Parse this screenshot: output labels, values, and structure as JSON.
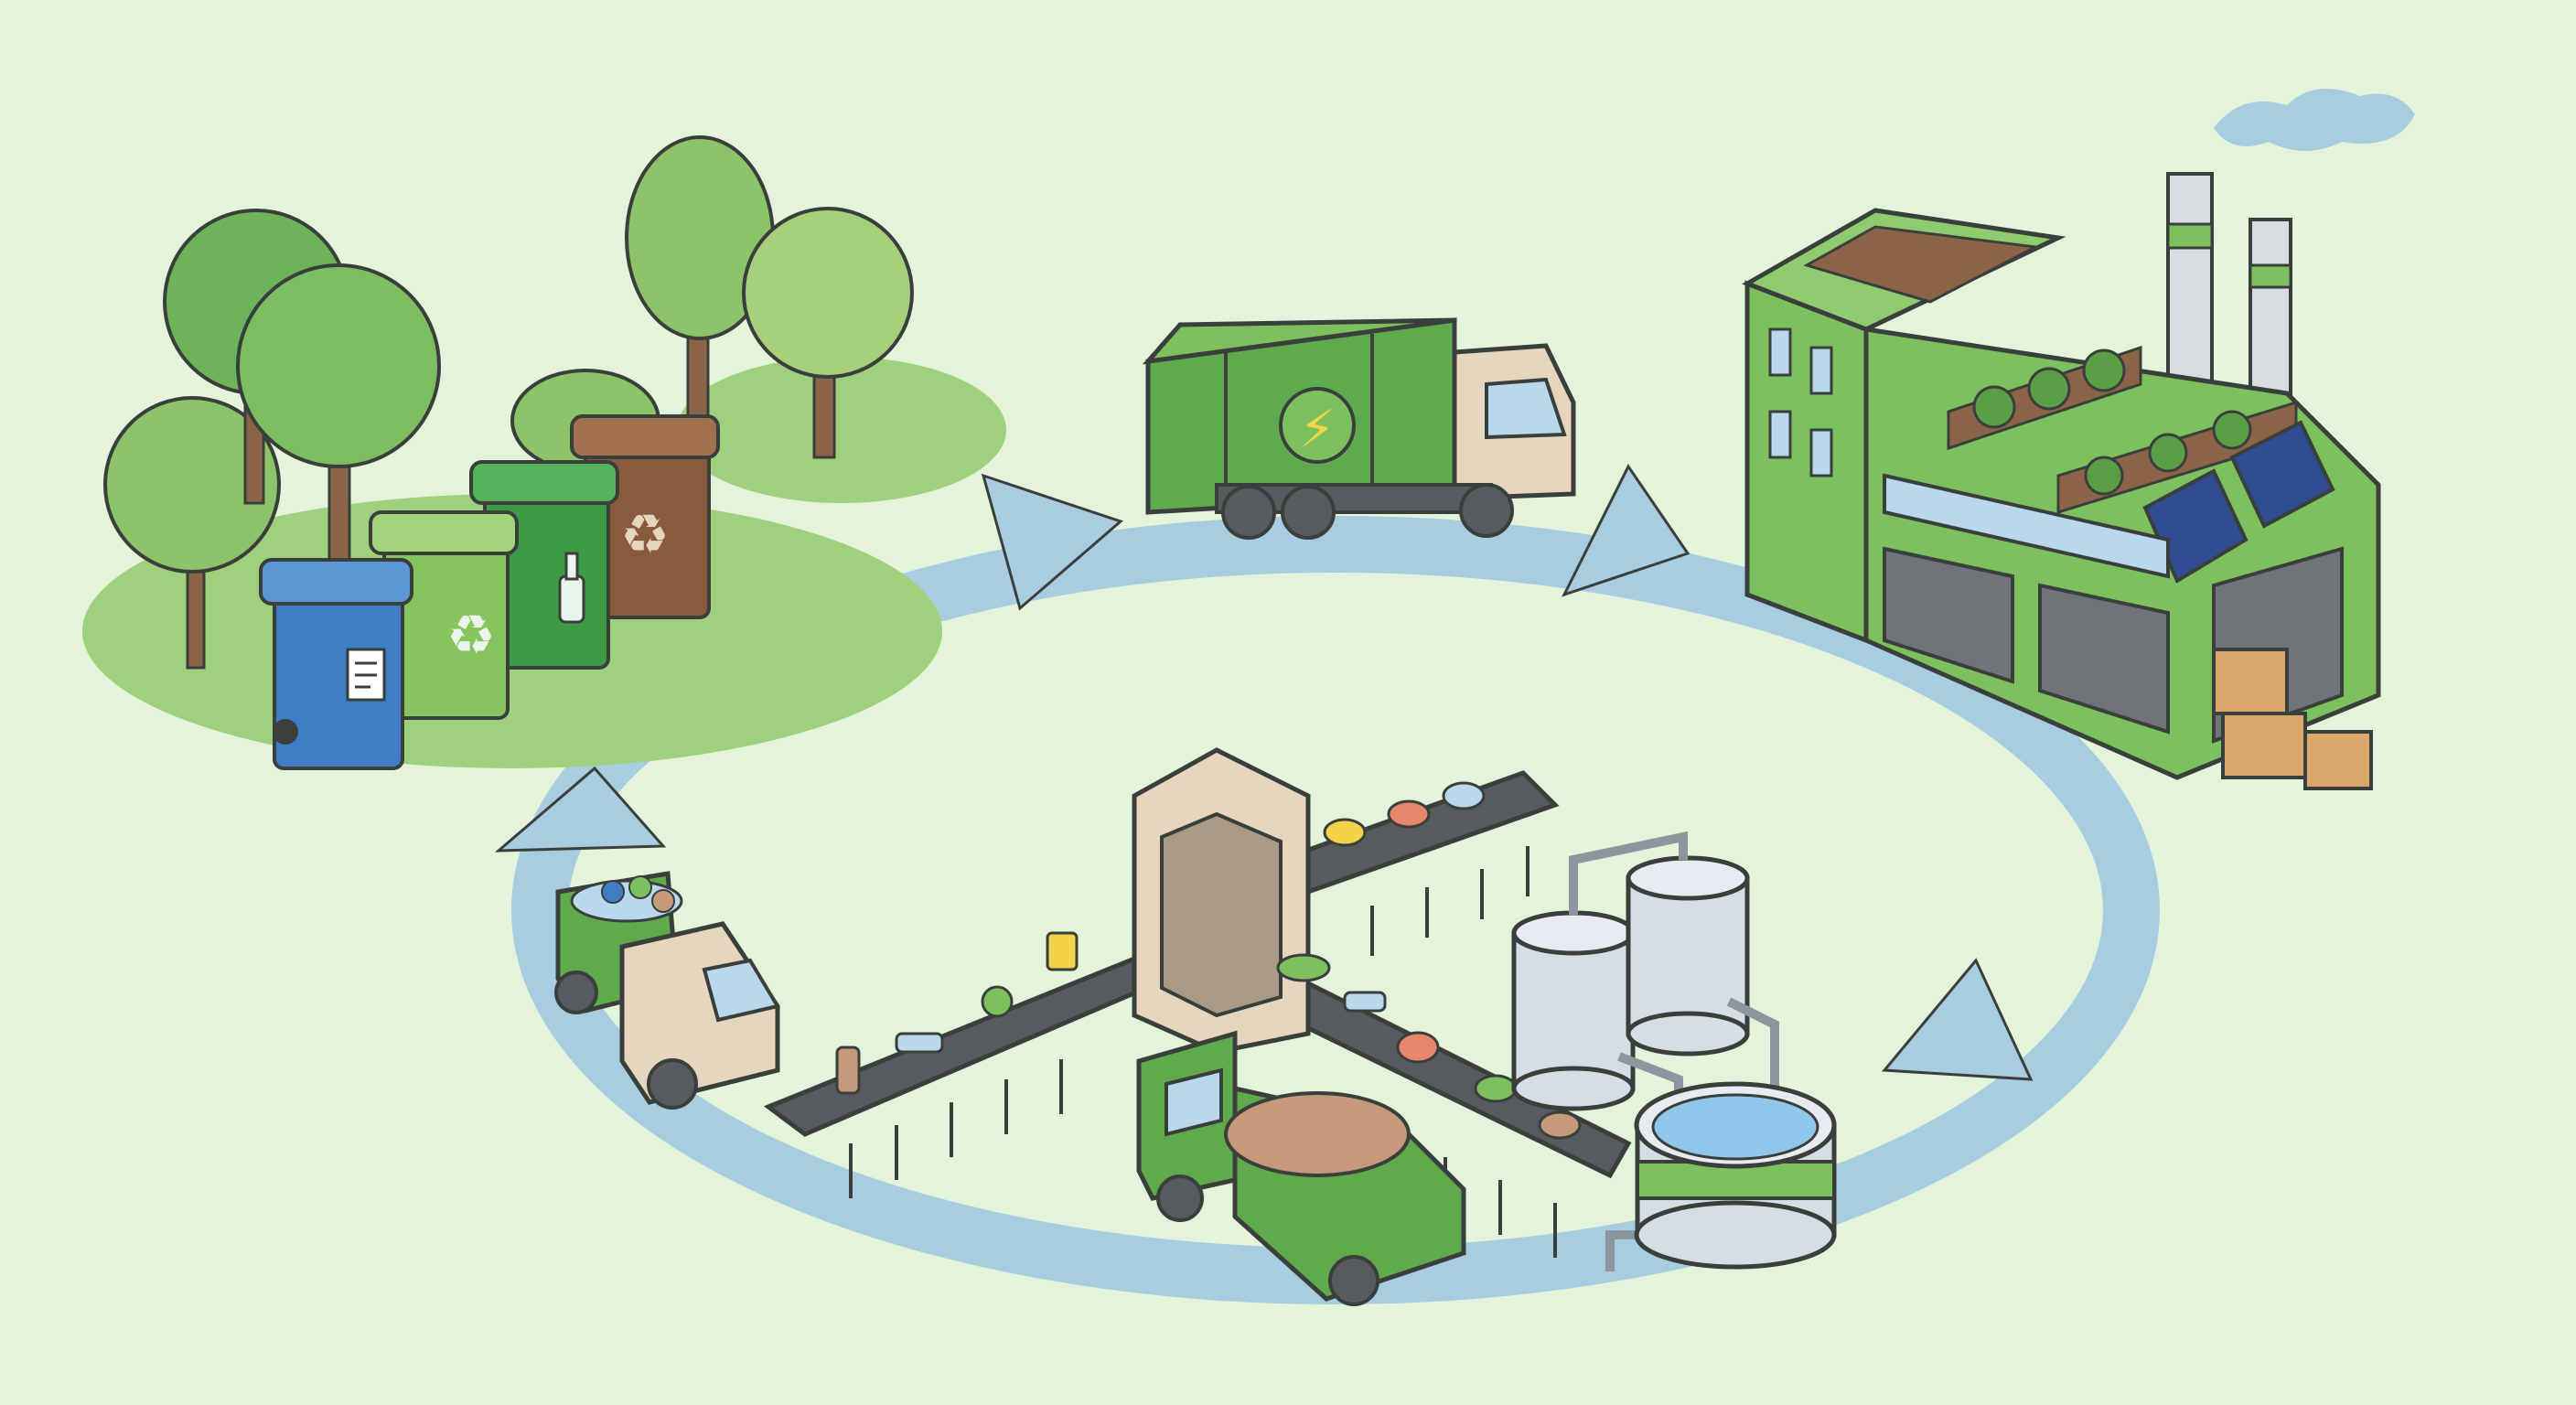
{
  "colors": {
    "background": "#e3f4db",
    "cycle_arrow": "#a9cde0",
    "outline": "#3a3f3c",
    "bin_blue": "#3f7dc4",
    "bin_light_green": "#86c45e",
    "bin_green": "#3f9a46",
    "bin_brown": "#8a5a3e",
    "truck_green": "#5faa4d",
    "truck_cab": "#e6d6bd",
    "factory_green": "#7cc15e",
    "conveyor_belt": "#555b5e",
    "tank_gray": "#d5dee6",
    "water": "#8fc6ea",
    "solar_panel": "#2f4d91"
  },
  "icons": {
    "blue_bin": "paper-document-icon",
    "light_green_bin": "recycle-symbol-icon",
    "green_bin": "glass-bottle-icon",
    "brown_bin": "recycle-symbol-icon",
    "truck_side": "lightning-bolt-icon"
  },
  "stages": [
    "sorted-waste-bins",
    "collection-truck",
    "green-factory",
    "water-treatment",
    "sorting-conveyor",
    "residual-waste-truck",
    "pickup-truck"
  ]
}
